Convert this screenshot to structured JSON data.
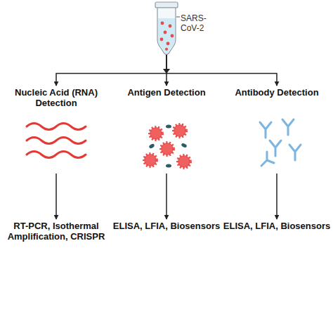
{
  "diagram": {
    "nodes": [
      {
        "text": [
          "SARS-CoV-2"
        ]
      },
      {
        "text": [
          "Nucleic Acid (RNA) Detection"
        ]
      },
      {
        "text": [
          "Antigen Detection"
        ]
      },
      {
        "text": [
          "Antibody Detection"
        ]
      },
      {
        "text": [
          "RT-PCR, Isothermal Amplification, CRISPR"
        ]
      },
      {
        "text": [
          "ELISA, LFIA, Biosensors"
        ]
      },
      {
        "text": [
          "ELISA, LFIA, Biosensors"
        ]
      }
    ],
    "edges": [
      {
        "from": 0,
        "to": 1,
        "arrow": "to"
      },
      {
        "from": 0,
        "to": 2,
        "arrow": "to"
      },
      {
        "from": 0,
        "to": 3,
        "arrow": "to"
      },
      {
        "from": 1,
        "to": 4,
        "arrow": "to"
      },
      {
        "from": 2,
        "to": 5,
        "arrow": "to"
      },
      {
        "from": 3,
        "to": 6,
        "arrow": "to"
      }
    ]
  }
}
